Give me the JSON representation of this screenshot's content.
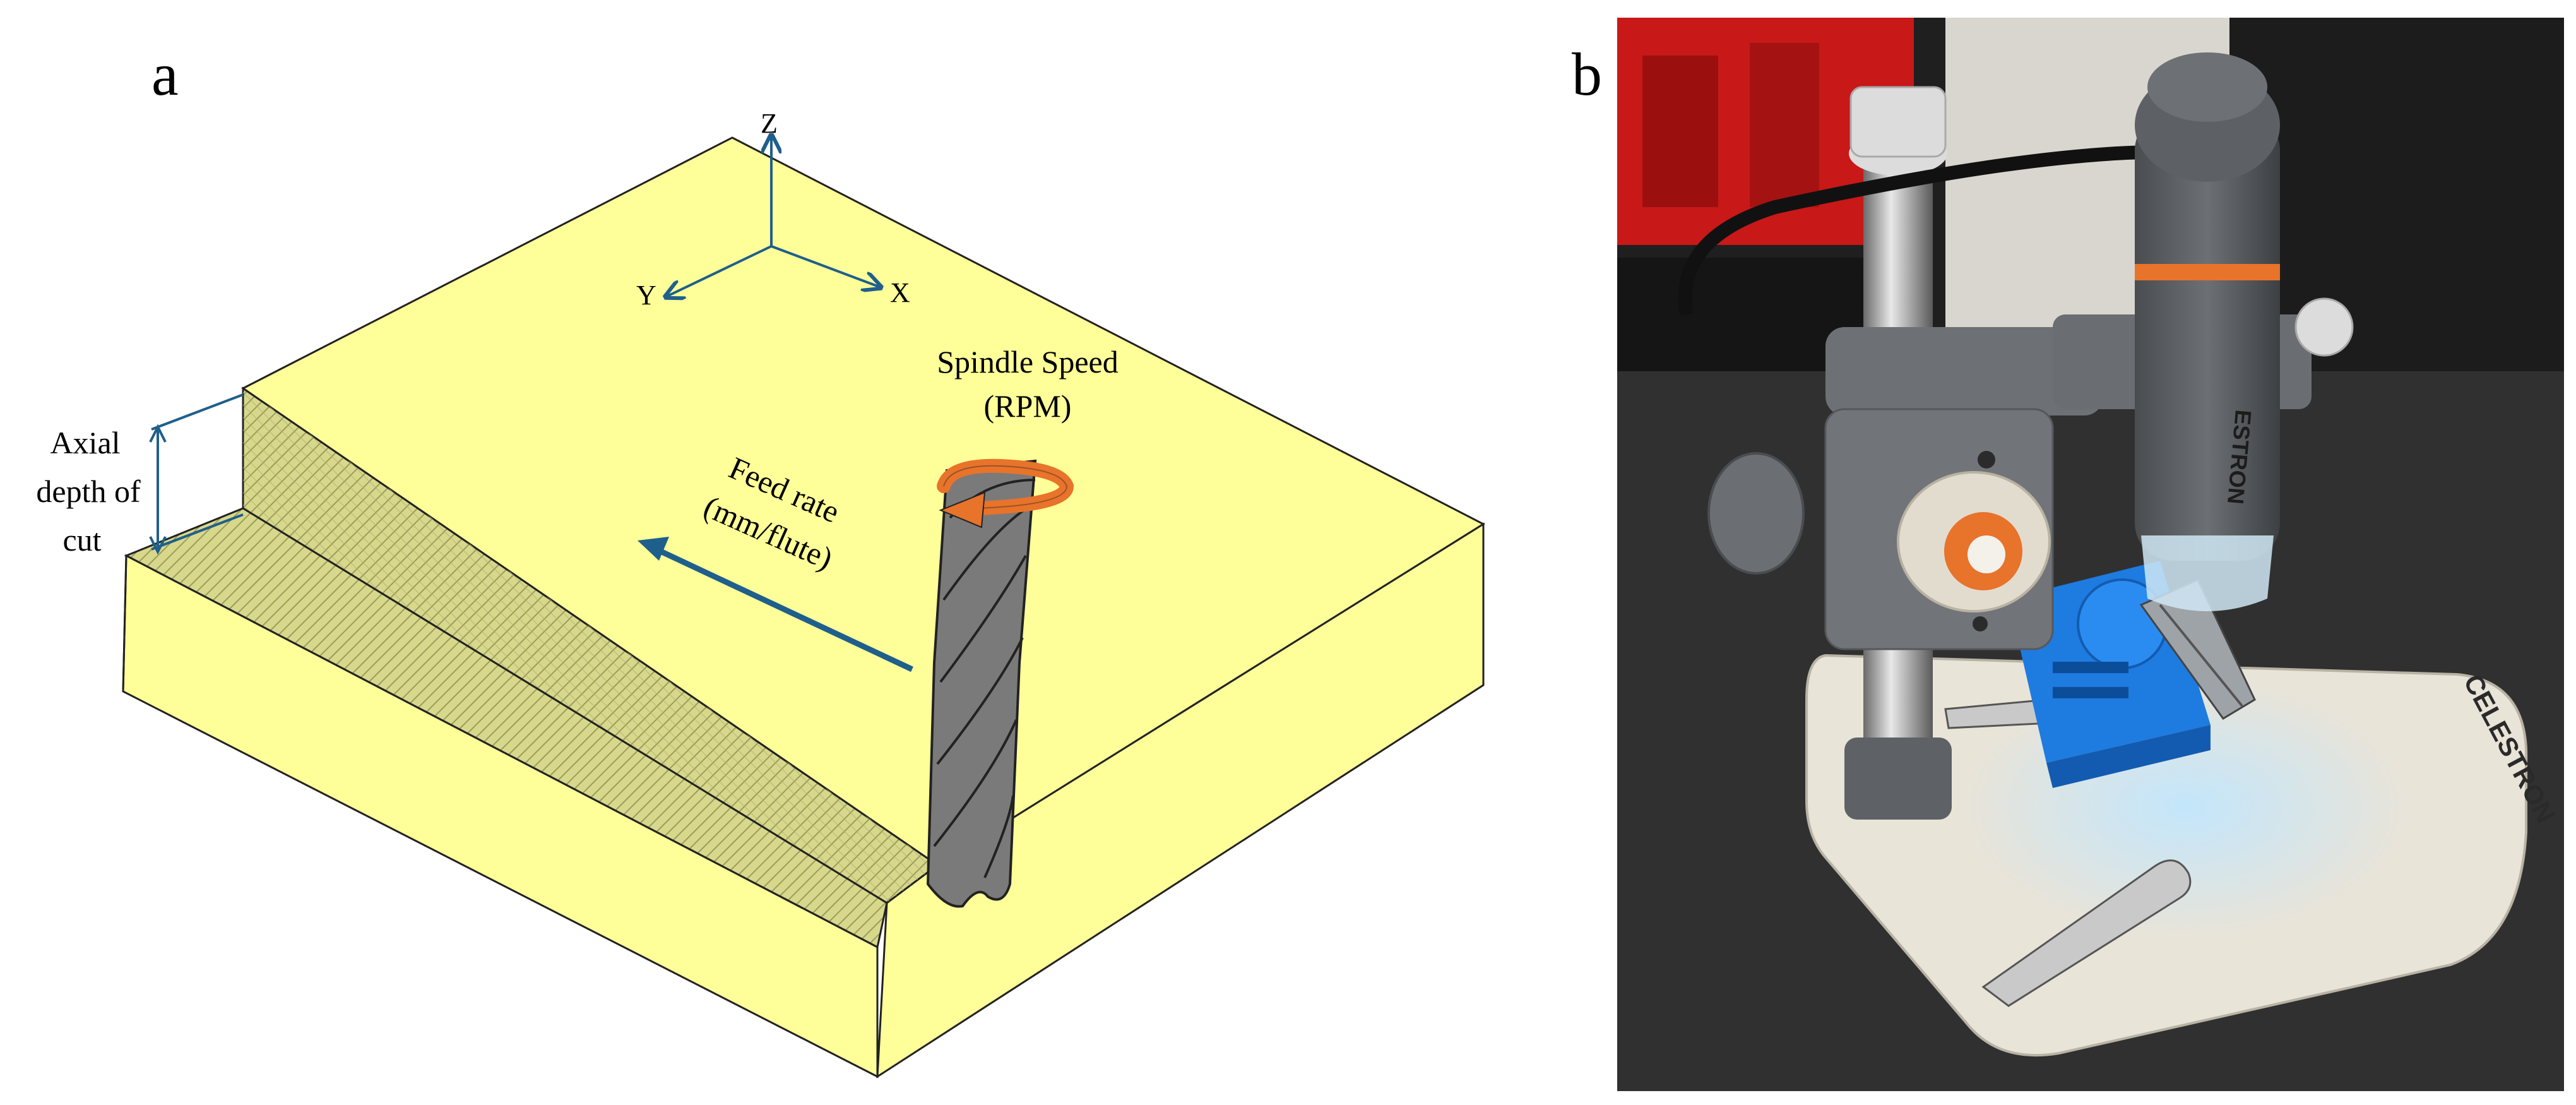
{
  "panel_a": {
    "letter": "a",
    "axes": {
      "z": "Z",
      "y": "Y",
      "x": "X"
    },
    "spindle_label_line1": "Spindle Speed",
    "spindle_label_line2": "(RPM)",
    "feed_label_line1": "Feed rate",
    "feed_label_line2": "(mm/flute)",
    "axial_label_line1": "Axial",
    "axial_label_line2": "depth of",
    "axial_label_line3": "cut"
  },
  "panel_b": {
    "letter": "b",
    "brand_text": "CELESTRON",
    "camera_text": "ESTRON"
  },
  "colors": {
    "block_yellow": "#FFFF99",
    "hatch_green": "#D4D48A",
    "axis_blue": "#1F5F8B",
    "tool_gray": "#7A7A7A",
    "spindle_orange": "#E8732A",
    "mount_blue": "#1E7BE0",
    "stand_white": "#E9E4D8"
  }
}
